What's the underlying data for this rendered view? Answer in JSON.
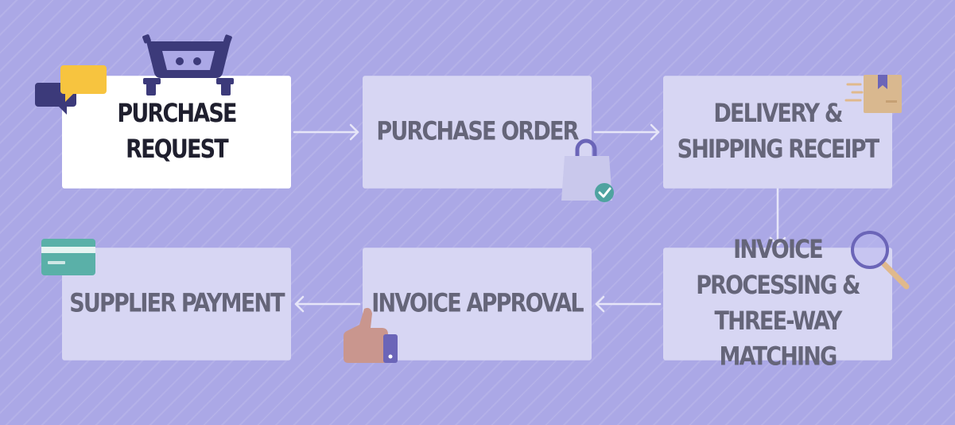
{
  "diagram": {
    "steps": [
      {
        "label": "PURCHASE REQUEST",
        "active": true
      },
      {
        "label": "PURCHASE ORDER",
        "active": false
      },
      {
        "label": "DELIVERY &\nSHIPPING RECEIPT",
        "active": false
      },
      {
        "label": "INVOICE PROCESSING &\nTHREE-WAY MATCHING",
        "active": false
      },
      {
        "label": "INVOICE APPROVAL",
        "active": false
      },
      {
        "label": "SUPPLIER PAYMENT",
        "active": false
      }
    ],
    "colors": {
      "background": "#aba8e6",
      "box": "#d7d6f3",
      "box_active": "#ffffff",
      "text": "#656579",
      "text_active": "#1f1f2e",
      "arrow": "#e6e5f8",
      "robot": "#3c3a7a",
      "chat_yellow": "#f7c43f",
      "chat_dark": "#3c3a7a",
      "bag": "#c9c8ec",
      "check": "#4fa3a0",
      "parcel": "#d9b88f",
      "magnifier": "#6b65b8",
      "handle": "#e0b98c",
      "card": "#5ab0a8",
      "thumb": "#c9968e",
      "cuff": "#6b65b8"
    },
    "icons": [
      "robot-cart-icon",
      "chat-bubbles-icon",
      "shopping-bag-icon",
      "check-icon",
      "parcel-icon",
      "magnifier-icon",
      "credit-card-icon",
      "thumbs-up-icon"
    ]
  }
}
